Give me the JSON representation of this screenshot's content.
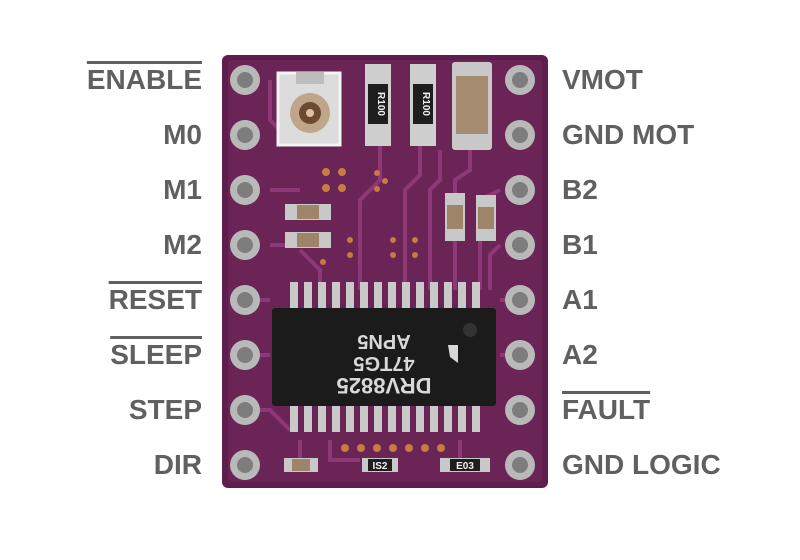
{
  "pins": {
    "left": [
      {
        "label": "ENABLE",
        "overline": true
      },
      {
        "label": "M0",
        "overline": false
      },
      {
        "label": "M1",
        "overline": false
      },
      {
        "label": "M2",
        "overline": false
      },
      {
        "label": "RESET",
        "overline": true
      },
      {
        "label": "SLEEP",
        "overline": true
      },
      {
        "label": "STEP",
        "overline": false
      },
      {
        "label": "DIR",
        "overline": false
      }
    ],
    "right": [
      {
        "label": "VMOT",
        "overline": false
      },
      {
        "label": "GND MOT",
        "overline": false
      },
      {
        "label": "B2",
        "overline": false
      },
      {
        "label": "B1",
        "overline": false
      },
      {
        "label": "A1",
        "overline": false
      },
      {
        "label": "A2",
        "overline": false
      },
      {
        "label": "FAULT",
        "overline": true
      },
      {
        "label": "GND LOGIC",
        "overline": false
      }
    ]
  },
  "chip": {
    "line1": "DRV8825",
    "line2": "47TG5",
    "line3": "APN5"
  },
  "resistors": {
    "r1": "R100",
    "r2": "R100"
  },
  "silk": {
    "c1": "IS2",
    "c2": "E03"
  },
  "colors": {
    "pcb": "#6a2456",
    "pcb_dark": "#531b43",
    "trace": "#8e3977",
    "pad": "#c9c9c9",
    "label": "#606060"
  }
}
